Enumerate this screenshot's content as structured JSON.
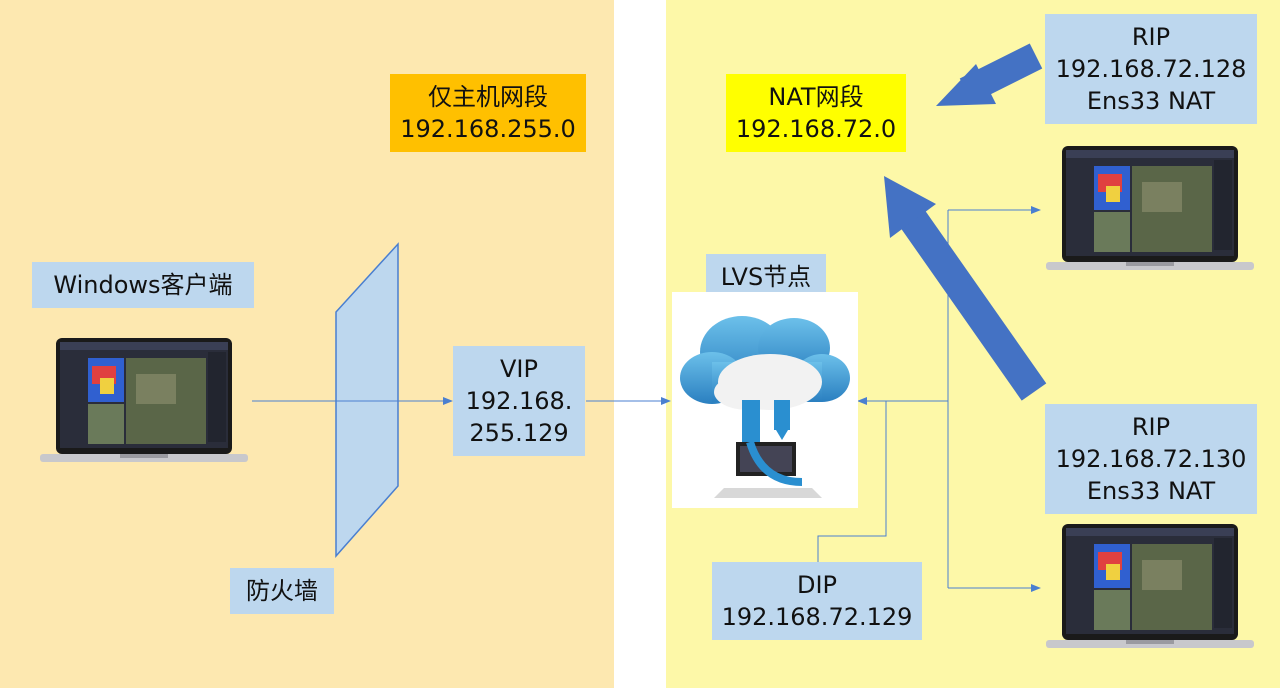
{
  "zones": {
    "host_only": {
      "title": "仅主机网段",
      "subnet": "192.168.255.0",
      "color": "#fde8b0"
    },
    "nat": {
      "title": "NAT网段",
      "subnet": "192.168.72.0",
      "color": "#fdf8a8"
    }
  },
  "client": {
    "label": "Windows客户端"
  },
  "firewall": {
    "label": "防火墙"
  },
  "vip": {
    "line1": "VIP",
    "line2": "192.168.",
    "line3": "255.129"
  },
  "lvs": {
    "label": "LVS节点"
  },
  "dip": {
    "line1": "DIP",
    "line2": "192.168.72.129"
  },
  "rip1": {
    "line1": "RIP",
    "line2": "192.168.72.128",
    "line3": "Ens33 NAT"
  },
  "rip2": {
    "line1": "RIP",
    "line2": "192.168.72.130",
    "line3": "Ens33 NAT"
  },
  "colors": {
    "label_box": "#bdd7ee",
    "arrow": "#4472c4",
    "line": "#4a7fd0",
    "host_box": "#ffc000",
    "nat_box": "#ffff00"
  }
}
